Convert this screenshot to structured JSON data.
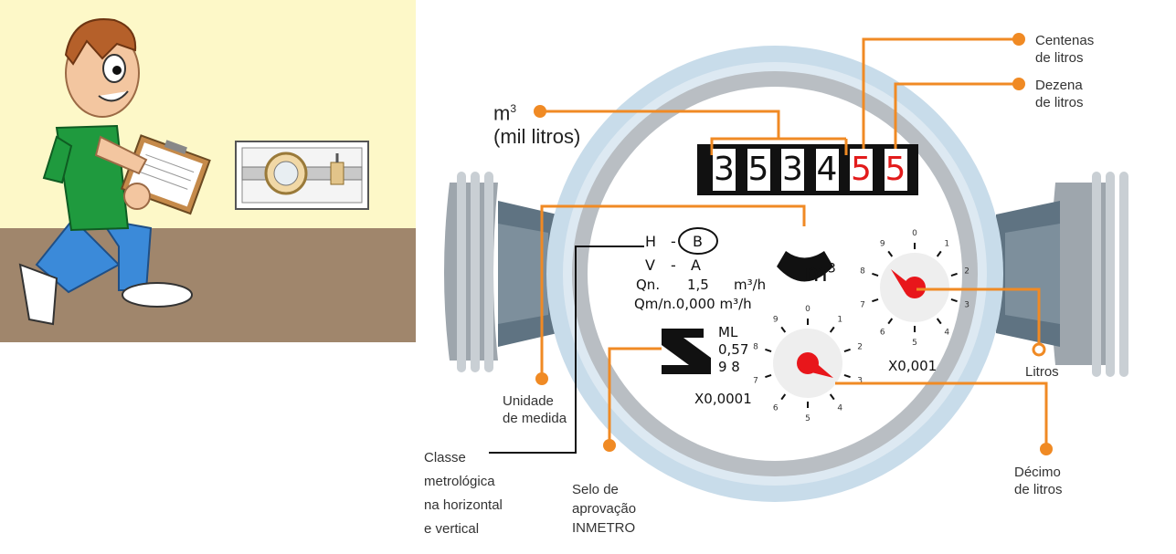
{
  "odometer": {
    "digits": [
      "3",
      "5",
      "3",
      "4",
      "5",
      "5"
    ],
    "red_from_index": 4
  },
  "unit_top": {
    "line1": "m",
    "sup": "3",
    "line2": "(mil litros)"
  },
  "unit_center": {
    "text": "m",
    "sup": "3"
  },
  "plate": {
    "h_letter": "H",
    "dash": "-",
    "circle_letter": "B",
    "v_letter": "V",
    "v_dash": "-",
    "a_letter": "A",
    "qn_label": "Qn.",
    "qn_value": "1,5",
    "qn_unit": "m³/h",
    "qm_text": "Qm/n.0,000 m³/h",
    "ml": "ML",
    "ml_value": "0,57",
    "serial": "9 8"
  },
  "dials": {
    "small": {
      "multiplier": "X0,0001",
      "numbers": [
        "0",
        "1",
        "2",
        "3",
        "4",
        "5",
        "6",
        "7",
        "8",
        "9"
      ]
    },
    "large": {
      "multiplier": "X0,001",
      "numbers": [
        "0",
        "1",
        "2",
        "3",
        "4",
        "5",
        "6",
        "7",
        "8",
        "9"
      ]
    }
  },
  "labels": {
    "centenas": [
      "Centenas",
      "de litros"
    ],
    "dezena": [
      "Dezena",
      "de litros"
    ],
    "unidade": [
      "Unidade",
      "de medida"
    ],
    "classe": [
      "Classe",
      "metrológica",
      "na horizontal",
      "e vertical"
    ],
    "selo": [
      "Selo de",
      "aprovação",
      "INMETRO"
    ],
    "litros": [
      "Litros"
    ],
    "decimo": [
      "Décimo",
      "de litros"
    ]
  },
  "colors": {
    "accent_orange": "#f08a24",
    "digit_red": "#e21b1b",
    "needle_red": "#e8161b",
    "wall_yellow": "#fdf8c8",
    "floor_brown": "#a0866c",
    "ring_blue": "#c8dcea"
  }
}
